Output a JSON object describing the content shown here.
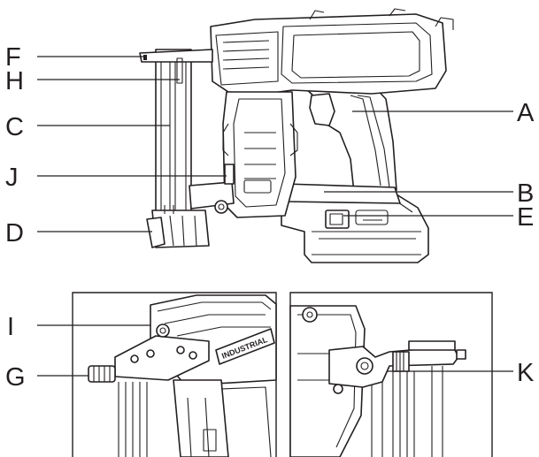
{
  "callouts": {
    "A": "A",
    "B": "B",
    "C": "C",
    "D": "D",
    "E": "E",
    "F": "F",
    "G": "G",
    "H": "H",
    "I": "I",
    "J": "J",
    "K": "K"
  },
  "brand_mark": "INDUSTRIAL",
  "colors": {
    "ink": "#231f20",
    "background": "#ffffff"
  }
}
